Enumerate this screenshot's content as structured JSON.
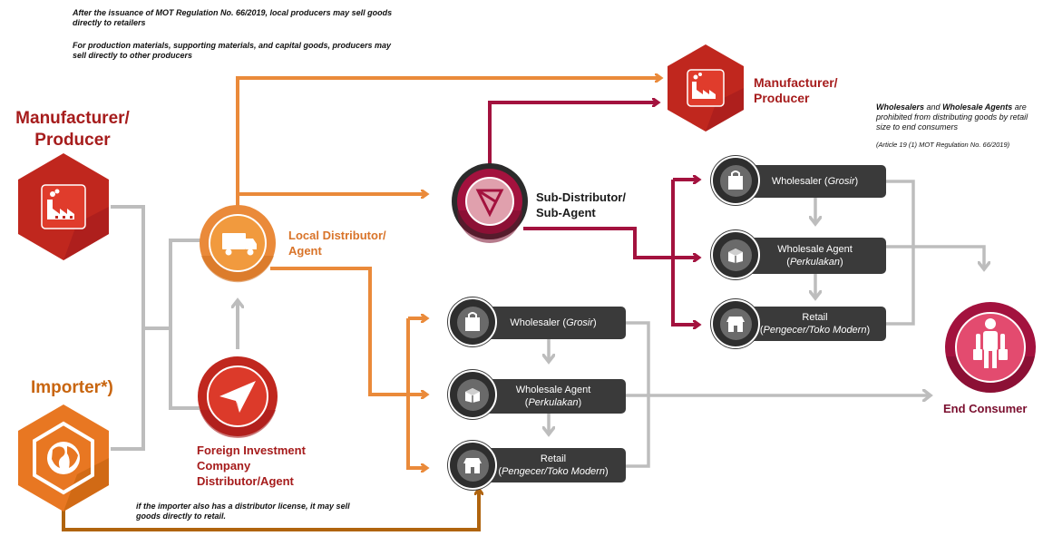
{
  "notes": {
    "top_note_1": "After the issuance of MOT Regulation No. 66/2019, local producers may sell goods directly to retailers",
    "top_note_2": "For production materials, supporting materials, and capital goods, producers may sell directly to other producers",
    "right_note_bold_1": "Wholesalers",
    "right_note_and": " and ",
    "right_note_bold_2": "Wholesale Agents",
    "right_note_rest": " are prohibited from distributing goods by retail size to end consumers",
    "right_note_ref": "(Article 19 (1) MOT Regulation No. 66/2019)",
    "bottom_note": "if the importer also has a distributor license, it may sell goods directly to retail."
  },
  "nodes": {
    "manufacturer_left": {
      "line1": "Manufacturer/",
      "line2": "Producer"
    },
    "importer": {
      "label": "Importer*)"
    },
    "local_distributor": {
      "line1": "Local Distributor/",
      "line2": "Agent"
    },
    "foreign_investment": {
      "line1": "Foreign Investment",
      "line2": "Company",
      "line3": "Distributor/Agent"
    },
    "manufacturer_top": {
      "line1": "Manufacturer/",
      "line2": "Producer"
    },
    "sub_distributor": {
      "line1": "Sub-Distributor/",
      "line2": "Sub-Agent"
    },
    "end_consumer": {
      "label": "End Consumer"
    }
  },
  "pills": {
    "wholesaler_mid": {
      "pre": "Wholesaler (",
      "it": "Grosir",
      "post": ")"
    },
    "wholesale_agent_mid": {
      "line1": "Wholesale Agent",
      "pre": "(",
      "it": "Perkulakan",
      "post": ")"
    },
    "retail_mid": {
      "line1": "Retail",
      "pre": "(",
      "it": "Pengecer/Toko Modern",
      "post": ")"
    },
    "wholesaler_right": {
      "pre": "Wholesaler (",
      "it": "Grosir",
      "post": ")"
    },
    "wholesale_agent_right": {
      "line1": "Wholesale Agent",
      "pre": "(",
      "it": "Perkulakan",
      "post": ")"
    },
    "retail_right": {
      "line1": "Retail",
      "pre": "(",
      "it": "Pengecer/Toko Modern",
      "post": ")"
    }
  },
  "colors": {
    "red": "#c0271e",
    "dark_red": "#a61c1c",
    "orange": "#ea8a3a",
    "dark_orange": "#c8650f",
    "crimson": "#a3123e",
    "grey": "#bdbdbd",
    "pill": "#3a3a3a",
    "brown": "#b0640e"
  },
  "icons": [
    "factory-icon",
    "globe-icon",
    "truck-icon",
    "paper-plane-icon",
    "target-icon",
    "shopping-bag-icon",
    "box-icon",
    "store-icon",
    "person-icon"
  ]
}
